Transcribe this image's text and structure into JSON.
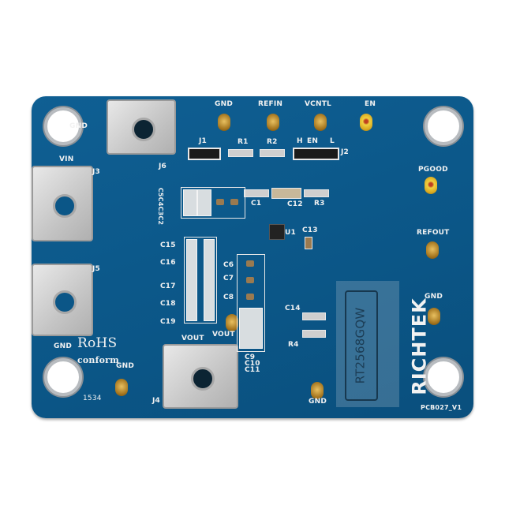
{
  "board": {
    "brand": "RICHTEK",
    "part_number": "RT2568GQW",
    "revision": "PCB027_V1",
    "date_code": "1534",
    "compliance": "RoHS",
    "compliance_sub": "conform",
    "colors": {
      "pcb": "#0b5687",
      "silkscreen": "#f2f2f2",
      "terminal": "#c8c8c8",
      "test_point": "#c8962a"
    }
  },
  "labels": {
    "gnd_topleft": "GND",
    "vin": "VIN",
    "j3": "J3",
    "j5": "J5",
    "j6": "J6",
    "j4": "J4",
    "tp_gnd": "GND",
    "tp_refin": "REFIN",
    "tp_vcntl": "VCNTL",
    "tp_en": "EN",
    "tp_pgood": "PGOOD",
    "tp_refout": "REFOUT",
    "tp_gnd_right": "GND",
    "tp_gnd_bottom": "GND",
    "tp_gnd_left": "GND",
    "gnd_bottomleft": "GND",
    "j1": "J1",
    "r1": "R1",
    "r2": "R2",
    "h": "H",
    "en": "EN",
    "l": "L",
    "j2": "J2",
    "c1": "C1",
    "c12": "C12",
    "r3": "R3",
    "c2345": "C5C4C3C2",
    "u1": "U1",
    "c13": "C13",
    "c15": "C15",
    "c16": "C16",
    "c17": "C17",
    "c18": "C18",
    "c19": "C19",
    "c6": "C6",
    "c7": "C7",
    "c8": "C8",
    "c14": "C14",
    "r4": "R4",
    "c9": "C9",
    "c10": "C10",
    "c11": "C11",
    "vout1": "VOUT",
    "vout2": "VOUT"
  }
}
